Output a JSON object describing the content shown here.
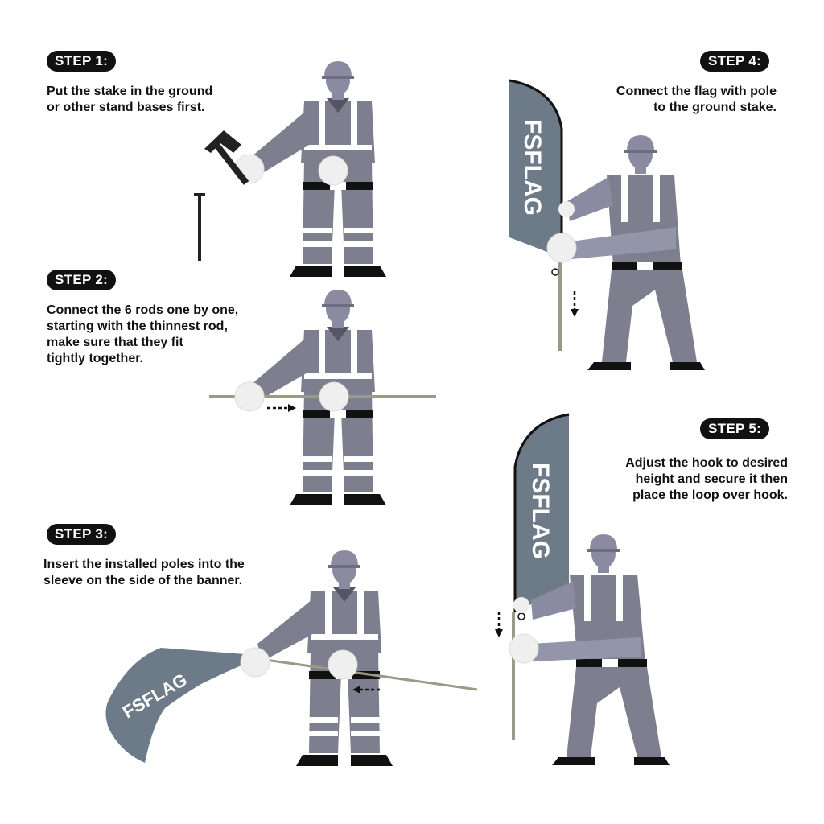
{
  "steps": [
    {
      "badge": "STEP 1:",
      "text": "Put the stake in the ground\nor other stand bases first."
    },
    {
      "badge": "STEP 2:",
      "text": "Connect the 6 rods one by one,\nstarting with the thinnest rod,\nmake sure that they fit\ntightly together."
    },
    {
      "badge": "STEP 3:",
      "text": "Insert the installed poles into the\nsleeve on the side of the banner."
    },
    {
      "badge": "STEP 4:",
      "text": "Connect the flag with pole\nto the ground stake."
    },
    {
      "badge": "STEP 5:",
      "text": "Adjust the hook to desired\nheight and secure it then\nplace the loop over hook."
    }
  ],
  "flag_brand": "FSFLAG",
  "colors": {
    "suit": "#7d7f8f",
    "helmet": "#8c8aa0",
    "skin": "#8a8aa0",
    "stripe": "#ffffff",
    "boot": "#111111",
    "flag": "#6d7a88",
    "pole": "#9a9a88"
  }
}
